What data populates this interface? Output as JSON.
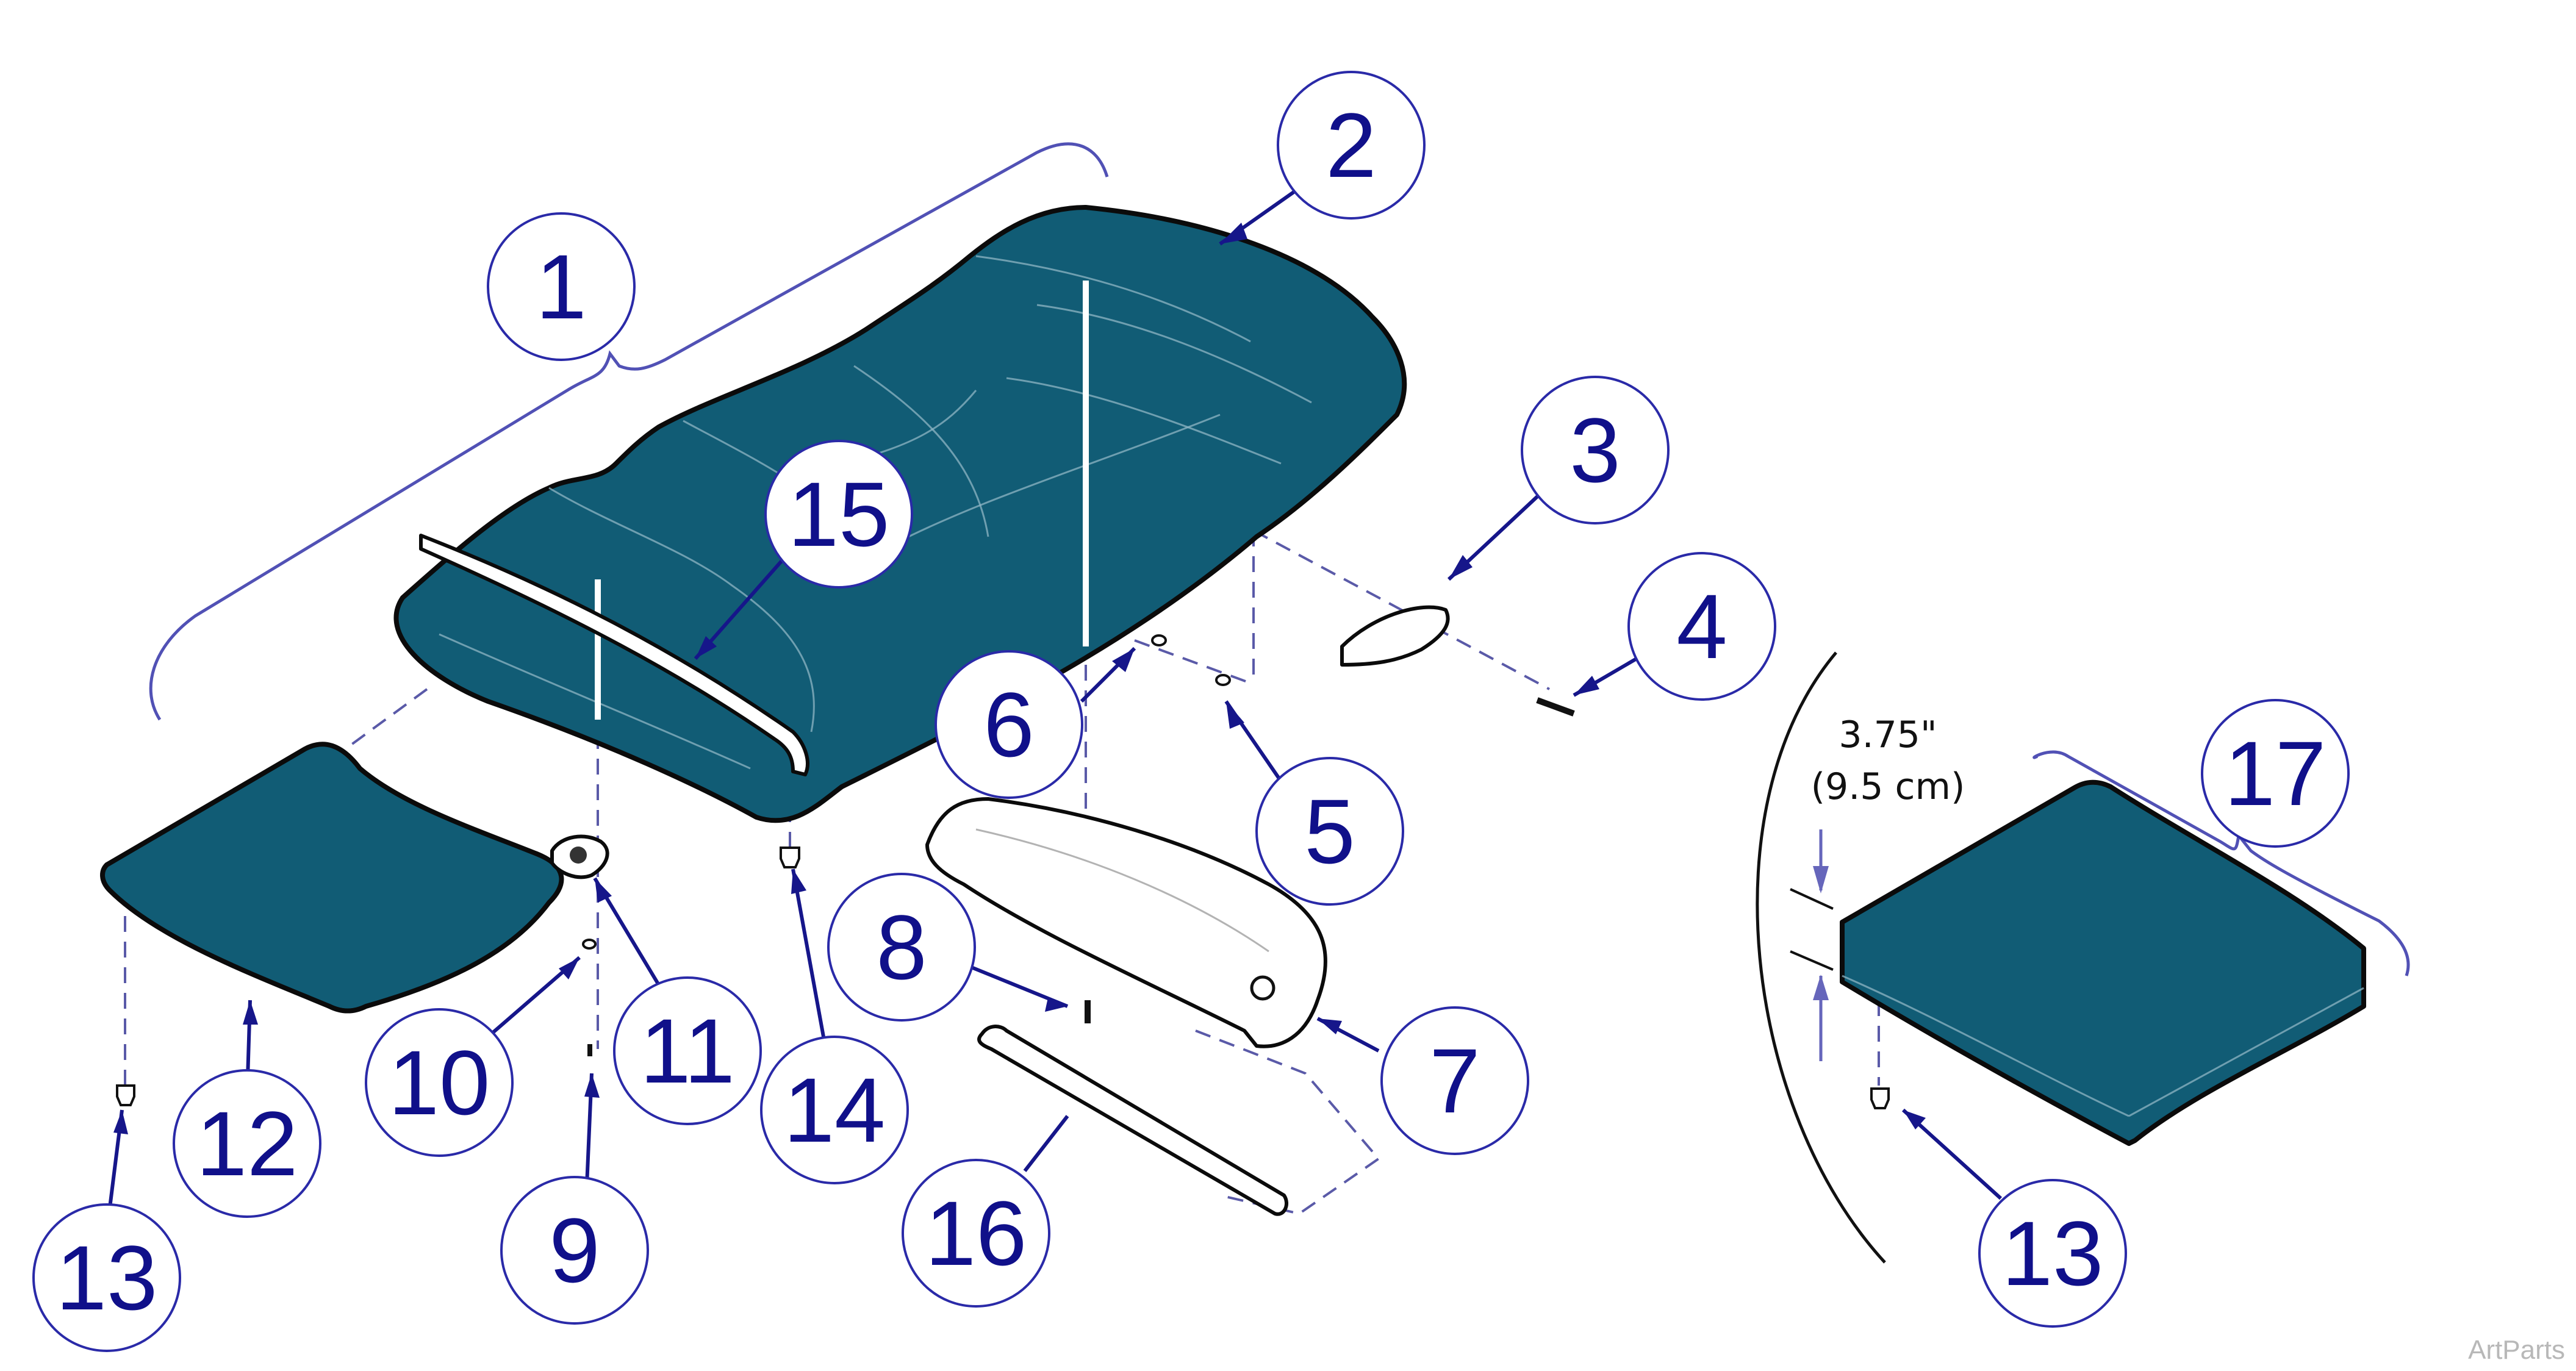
{
  "callouts": [
    {
      "id": "1",
      "label": "1"
    },
    {
      "id": "2",
      "label": "2"
    },
    {
      "id": "3",
      "label": "3"
    },
    {
      "id": "4",
      "label": "4"
    },
    {
      "id": "5",
      "label": "5"
    },
    {
      "id": "6",
      "label": "6"
    },
    {
      "id": "7",
      "label": "7"
    },
    {
      "id": "8",
      "label": "8"
    },
    {
      "id": "9",
      "label": "9"
    },
    {
      "id": "10",
      "label": "10"
    },
    {
      "id": "11",
      "label": "11"
    },
    {
      "id": "12",
      "label": "12"
    },
    {
      "id": "13a",
      "label": "13"
    },
    {
      "id": "14",
      "label": "14"
    },
    {
      "id": "15",
      "label": "15"
    },
    {
      "id": "16",
      "label": "16"
    },
    {
      "id": "17",
      "label": "17"
    },
    {
      "id": "13b",
      "label": "13"
    }
  ],
  "dimension": {
    "imperial": "3.75\"",
    "metric": "(9.5 cm)"
  },
  "watermark": "ArtParts",
  "colors": {
    "upholstery": "#115c75",
    "callout": "#10108a",
    "callout_border": "#2a2aa8",
    "bracket": "#5151b5"
  }
}
